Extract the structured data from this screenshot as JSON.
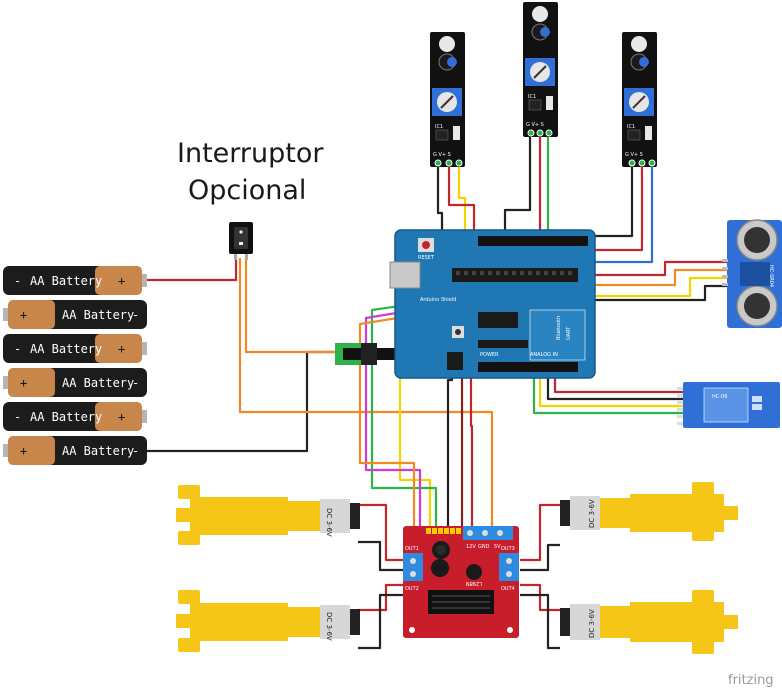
{
  "title": {
    "line1": "Interruptor",
    "line2": "Opcional"
  },
  "battery": {
    "label": "AA Battery",
    "minus": "-",
    "plus": "+"
  },
  "sensor": {
    "ic_label": "IC1",
    "pins": "G V+ S"
  },
  "arduino": {
    "board_label": "Arduino Shield",
    "reset_label": "RESET",
    "power_label": "POWER",
    "analog_label": "ANALOG IN",
    "bluetooth_label": "Bluetooth",
    "uart_label": "UART"
  },
  "ultrasonic": {
    "model": "HC-SR04"
  },
  "bluetooth": {
    "model": "HC-06"
  },
  "driver": {
    "model": "L298N",
    "out1": "OUT1",
    "out2": "OUT2",
    "out3": "OUT3",
    "out4": "OUT4",
    "label_5v": "5V",
    "label_gnd": "GND",
    "label_12v": "12V"
  },
  "motor": {
    "label": "DC 3-6V"
  },
  "watermark": "fritzing",
  "colors": {
    "wire_red": "#c0262d",
    "wire_black": "#222222",
    "wire_yellow": "#f2d400",
    "wire_green": "#2db34a",
    "wire_blue": "#2f6fd6",
    "wire_orange": "#f08a24",
    "wire_magenta": "#d23ad0",
    "wire_darkred": "#8b1e1e",
    "arduino_blue": "#1f78b4",
    "driver_red": "#c81e2c",
    "motor_yellow": "#f5c518",
    "battery_black": "#1c1c1c",
    "battery_copper": "#c8864a"
  }
}
